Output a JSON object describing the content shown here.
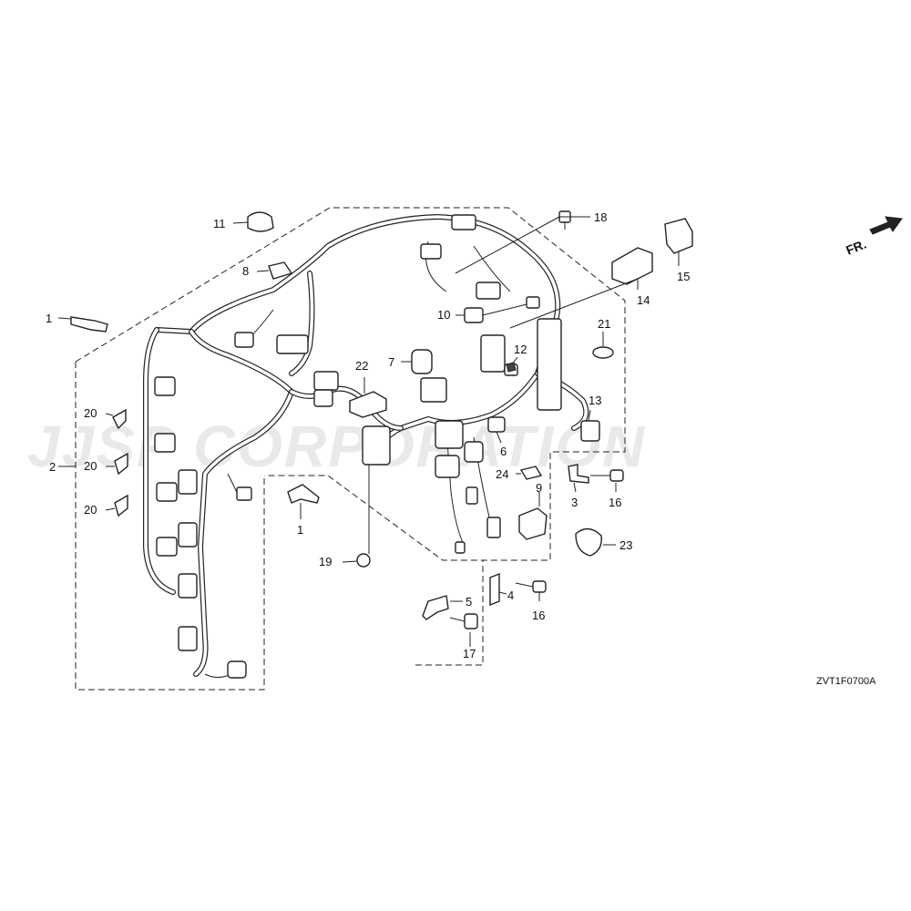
{
  "watermark": "JJSP CORPORATION",
  "direction_label": "FR.",
  "diagram_code": "ZVT1F0700A",
  "callouts": {
    "c1a": "1",
    "c1b": "1",
    "c2": "2",
    "c3": "3",
    "c4": "4",
    "c5": "5",
    "c6": "6",
    "c7": "7",
    "c8": "8",
    "c9": "9",
    "c10": "10",
    "c11": "11",
    "c12": "12",
    "c13": "13",
    "c14": "14",
    "c15": "15",
    "c16a": "16",
    "c16b": "16",
    "c17": "17",
    "c18": "18",
    "c19": "19",
    "c20a": "20",
    "c20b": "20",
    "c20c": "20",
    "c21": "21",
    "c22": "22",
    "c23": "23",
    "c24": "24"
  }
}
